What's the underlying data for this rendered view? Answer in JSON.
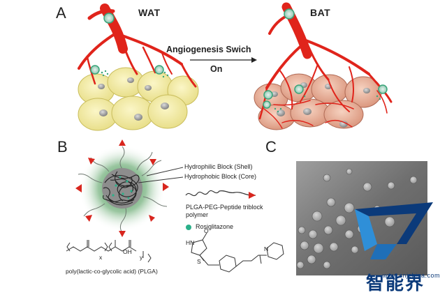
{
  "panels": {
    "a": {
      "letter": "A",
      "left_label": "WAT",
      "right_label": "BAT",
      "arrow_top": "Angiogenesis Swich",
      "arrow_bottom": "On",
      "colors": {
        "vessel": "#e0241b",
        "white_adipocyte": "#f3eca0",
        "brown_adipocyte": "#e9ae98",
        "nanoparticle": "#3aa57a"
      }
    },
    "b": {
      "letter": "B",
      "shell_label": "Hydrophilic Block (Shell)",
      "core_label": "Hydrophobic Block (Core)",
      "triblock_label": "PLGA-PEG-Peptide triblock\npolymer",
      "drug_label": "Rosiglitazone",
      "plga_name": "poly(lactic-co-glycolic acid) (PLGA)",
      "chem_plga_sub_x": "x",
      "chem_plga_sub_y": "y",
      "chem_oh": "OH",
      "chem_n": "N",
      "chem_s": "S",
      "chem_o": "O",
      "chem_hn": "HN",
      "colors": {
        "halo": "#4a9a5a",
        "peptide": "#d8261e",
        "drug": "#2bb08a"
      }
    },
    "c": {
      "letter": "C"
    }
  },
  "watermark": {
    "name": "智能界",
    "url": "www.znjchina.com",
    "colors": {
      "dark": "#0b3a7a",
      "light": "#2f8fd8"
    }
  }
}
